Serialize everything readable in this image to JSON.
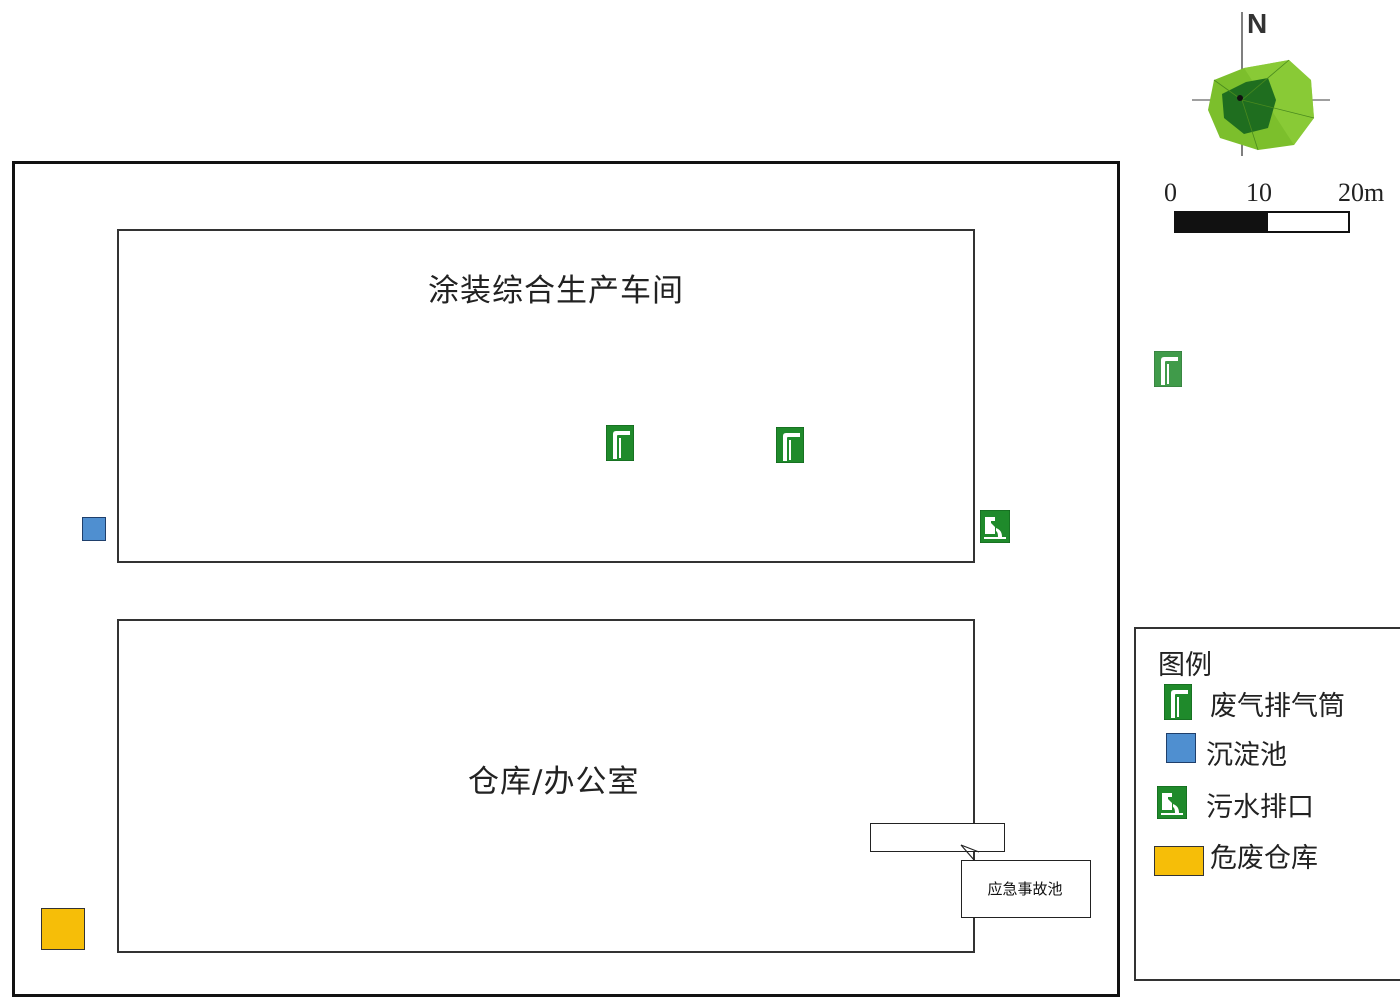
{
  "map": {
    "buildings": {
      "production": {
        "label": "涂装综合生产车间"
      },
      "office": {
        "label": "仓库/办公室"
      }
    },
    "emergency_pool": {
      "label": "应急事故池"
    },
    "compass": {
      "north_label": "N"
    },
    "scale": {
      "ticks": [
        "0",
        "10",
        "20m"
      ]
    }
  },
  "legend": {
    "title": "图例",
    "items": [
      {
        "label": "废气排气筒",
        "icon": "exhaust-stack-icon",
        "color": "#1f8a2b"
      },
      {
        "label": "沉淀池",
        "icon": "sedimentation-tank-icon",
        "color": "#4f8fd0"
      },
      {
        "label": "污水排口",
        "icon": "sewage-outlet-icon",
        "color": "#1f8a2b"
      },
      {
        "label": "危废仓库",
        "icon": "hazardous-waste-warehouse-icon",
        "color": "#f6be08"
      }
    ]
  },
  "colors": {
    "exhaust": "#1f8a2b",
    "sedimentation": "#4f8fd0",
    "hazardous": "#f6be08",
    "compass_green": "#7cbf2c"
  }
}
